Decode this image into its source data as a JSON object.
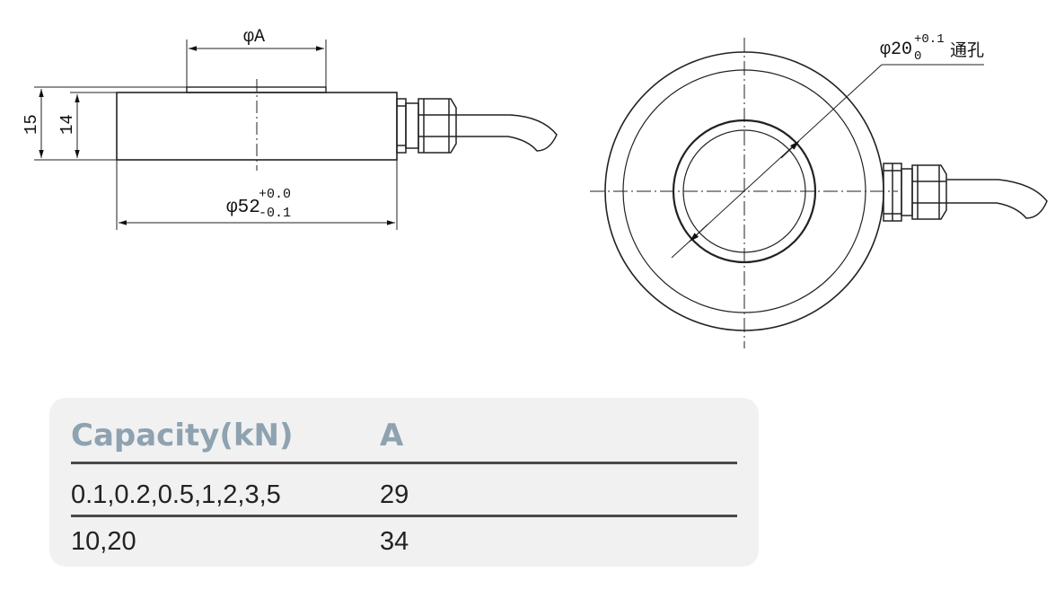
{
  "drawing": {
    "dim_phi_a": "φA",
    "dim_height_15": "15",
    "dim_height_14": "14",
    "dim_diameter_main": "φ52",
    "dim_tol_upper": "+0.0",
    "dim_tol_lower": "-0.1",
    "dim_hole_main": "φ20",
    "dim_hole_tol_upper": "+0.1",
    "dim_hole_tol_lower": "0",
    "dim_hole_note": "通孔"
  },
  "table": {
    "header": {
      "capacity": "Capacity(kN)",
      "a": "A"
    },
    "rows": [
      {
        "capacity": "0.1,0.2,0.5,1,2,3,5",
        "a": "29"
      },
      {
        "capacity": "10,20",
        "a": "34"
      }
    ]
  }
}
